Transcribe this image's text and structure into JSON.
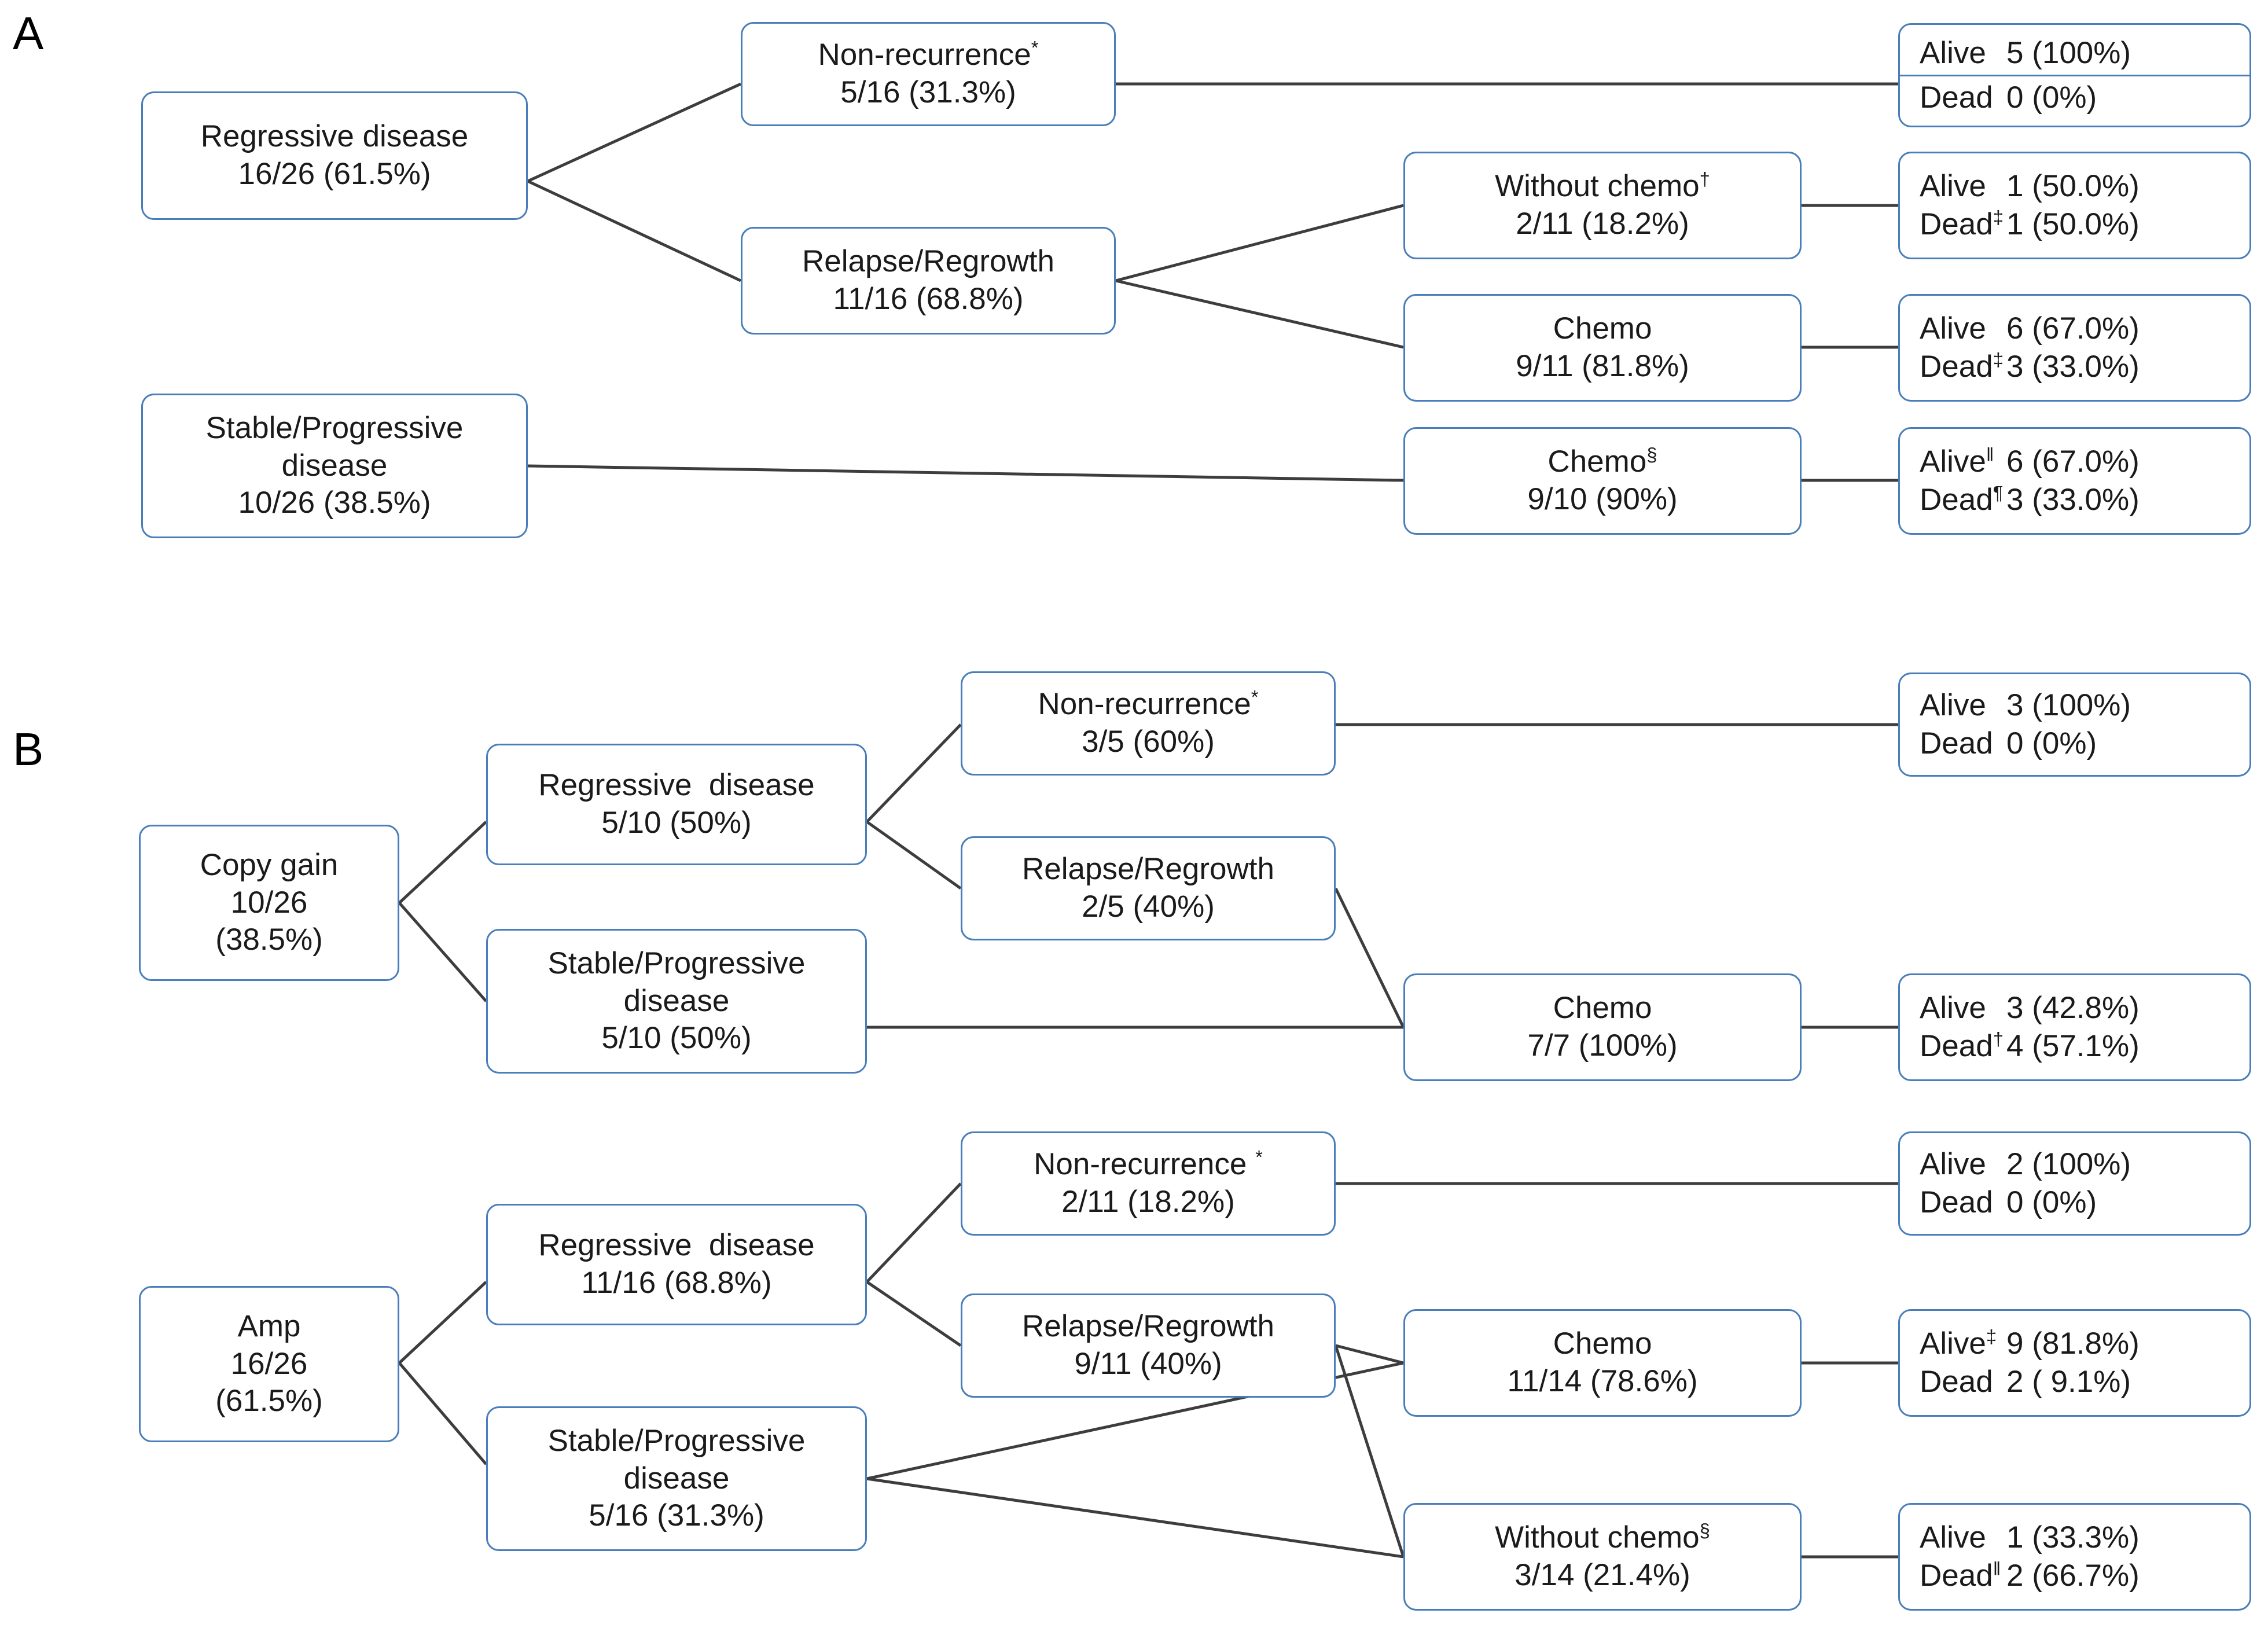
{
  "figure": {
    "type": "clinical-flow-diagram",
    "panels": [
      {
        "letter": "A",
        "nodes": [
          {
            "id": "a-regressive",
            "kind": "process",
            "lines": [
              "Regressive disease",
              "16/26 (61.5%)"
            ]
          },
          {
            "id": "a-nonrec",
            "kind": "process",
            "lines": [
              "Non-recurrence*",
              "5/16 (31.3%)"
            ],
            "superscript": "*"
          },
          {
            "id": "a-relapse",
            "kind": "process",
            "lines": [
              "Relapse/Regrowth",
              "11/16 (68.8%)"
            ]
          },
          {
            "id": "a-without-chemo",
            "kind": "process",
            "lines": [
              "Without chemo†",
              "2/11 (18.2%)"
            ],
            "superscript": "†"
          },
          {
            "id": "a-chemo",
            "kind": "process",
            "lines": [
              "Chemo",
              "9/11 (81.8%)"
            ]
          },
          {
            "id": "a-stable",
            "kind": "process",
            "lines": [
              "Stable/Progressive",
              "disease",
              "10/26 (38.5%)"
            ]
          },
          {
            "id": "a-chemo-s",
            "kind": "process",
            "lines": [
              "Chemo§",
              "9/10 (90%)"
            ],
            "superscript": "§"
          }
        ],
        "outcomes": [
          {
            "id": "a-out-1",
            "divider": true,
            "rows": [
              {
                "label": "Alive",
                "label_sup": "",
                "value": "5 (100%)"
              },
              {
                "label": "Dead",
                "label_sup": "",
                "value": "0 (0%)"
              }
            ]
          },
          {
            "id": "a-out-2",
            "divider": false,
            "rows": [
              {
                "label": "Alive",
                "label_sup": "",
                "value": "1 (50.0%)"
              },
              {
                "label": "Dead",
                "label_sup": "‡",
                "value": "1 (50.0%)"
              }
            ]
          },
          {
            "id": "a-out-3",
            "divider": false,
            "rows": [
              {
                "label": "Alive",
                "label_sup": "",
                "value": "6 (67.0%)"
              },
              {
                "label": "Dead",
                "label_sup": "‡",
                "value": "3 (33.0%)"
              }
            ]
          },
          {
            "id": "a-out-4",
            "divider": false,
            "rows": [
              {
                "label": "Alive",
                "label_sup": "‖",
                "value": "6 (67.0%)"
              },
              {
                "label": "Dead",
                "label_sup": "¶",
                "value": "3 (33.0%)"
              }
            ]
          }
        ]
      },
      {
        "letter": "B",
        "nodes": [
          {
            "id": "b-copygain",
            "kind": "process",
            "lines": [
              "Copy gain",
              "10/26",
              "(38.5%)"
            ]
          },
          {
            "id": "b-cg-regressive",
            "kind": "process",
            "lines": [
              "Regressive  disease",
              "5/10 (50%)"
            ]
          },
          {
            "id": "b-cg-nonrec",
            "kind": "process",
            "lines": [
              "Non-recurrence*",
              "3/5 (60%)"
            ],
            "superscript": "*"
          },
          {
            "id": "b-cg-relapse",
            "kind": "process",
            "lines": [
              "Relapse/Regrowth",
              "2/5 (40%)"
            ]
          },
          {
            "id": "b-cg-stable",
            "kind": "process",
            "lines": [
              "Stable/Progressive",
              "disease",
              "5/10 (50%)"
            ]
          },
          {
            "id": "b-cg-chemo",
            "kind": "process",
            "lines": [
              "Chemo",
              "7/7 (100%)"
            ]
          },
          {
            "id": "b-amp",
            "kind": "process",
            "lines": [
              "Amp",
              "16/26",
              "(61.5%)"
            ]
          },
          {
            "id": "b-amp-regressive",
            "kind": "process",
            "lines": [
              "Regressive  disease",
              "11/16 (68.8%)"
            ]
          },
          {
            "id": "b-amp-nonrec",
            "kind": "process",
            "lines": [
              "Non-recurrence *",
              "2/11 (18.2%)"
            ],
            "superscript": "*"
          },
          {
            "id": "b-amp-relapse",
            "kind": "process",
            "lines": [
              "Relapse/Regrowth",
              "9/11 (40%)"
            ]
          },
          {
            "id": "b-amp-stable",
            "kind": "process",
            "lines": [
              "Stable/Progressive",
              "disease",
              "5/16 (31.3%)"
            ]
          },
          {
            "id": "b-amp-chemo",
            "kind": "process",
            "lines": [
              "Chemo",
              "11/14 (78.6%)"
            ]
          },
          {
            "id": "b-amp-without",
            "kind": "process",
            "lines": [
              "Without chemo§",
              "3/14 (21.4%)"
            ],
            "superscript": "§"
          }
        ],
        "outcomes": [
          {
            "id": "b-out-1",
            "divider": false,
            "rows": [
              {
                "label": "Alive",
                "label_sup": "",
                "value": "3 (100%)"
              },
              {
                "label": "Dead",
                "label_sup": "",
                "value": "0 (0%)"
              }
            ]
          },
          {
            "id": "b-out-2",
            "divider": false,
            "rows": [
              {
                "label": "Alive",
                "label_sup": "",
                "value": "3 (42.8%)"
              },
              {
                "label": "Dead",
                "label_sup": "†",
                "value": "4 (57.1%)"
              }
            ]
          },
          {
            "id": "b-out-3",
            "divider": false,
            "rows": [
              {
                "label": "Alive",
                "label_sup": "",
                "value": "2 (100%)"
              },
              {
                "label": "Dead",
                "label_sup": "",
                "value": "0 (0%)"
              }
            ]
          },
          {
            "id": "b-out-4",
            "divider": false,
            "rows": [
              {
                "label": "Alive",
                "label_sup": "‡",
                "value": "9 (81.8%)"
              },
              {
                "label": "Dead",
                "label_sup": "",
                "value": "2 ( 9.1%)"
              }
            ]
          },
          {
            "id": "b-out-5",
            "divider": false,
            "rows": [
              {
                "label": "Alive",
                "label_sup": "",
                "value": "1 (33.3%)"
              },
              {
                "label": "Dead",
                "label_sup": "‖",
                "value": "2 (66.7%)"
              }
            ]
          }
        ]
      }
    ],
    "colors": {
      "box_border": "#4a7ebb",
      "connector": "#3d3d3d",
      "text": "#1a1a1a",
      "background": "#ffffff"
    }
  },
  "text": {
    "panel_a_letter": "A",
    "panel_b_letter": "B",
    "a_regressive_l1": "Regressive disease",
    "a_regressive_l2": "16/26 (61.5%)",
    "a_nonrec_l1": "Non-recurrence",
    "a_nonrec_sup": "*",
    "a_nonrec_l2": "5/16 (31.3%)",
    "a_relapse_l1": "Relapse/Regrowth",
    "a_relapse_l2": "11/16 (68.8%)",
    "a_without_l1": "Without chemo",
    "a_without_sup": "†",
    "a_without_l2": "2/11 (18.2%)",
    "a_chemo_l1": "Chemo",
    "a_chemo_l2": "9/11 (81.8%)",
    "a_stable_l1": "Stable/Progressive",
    "a_stable_l2": "disease",
    "a_stable_l3": "10/26 (38.5%)",
    "a_chemos_l1": "Chemo",
    "a_chemos_sup": "§",
    "a_chemos_l2": "9/10 (90%)",
    "a_o1_r1_lbl": "Alive",
    "a_o1_r1_sup": "",
    "a_o1_r1_val": "5 (100%)",
    "a_o1_r2_lbl": "Dead",
    "a_o1_r2_sup": "",
    "a_o1_r2_val": "0 (0%)",
    "a_o2_r1_lbl": "Alive",
    "a_o2_r1_sup": "",
    "a_o2_r1_val": "1 (50.0%)",
    "a_o2_r2_lbl": "Dead",
    "a_o2_r2_sup": "‡",
    "a_o2_r2_val": "1 (50.0%)",
    "a_o3_r1_lbl": "Alive",
    "a_o3_r1_sup": "",
    "a_o3_r1_val": "6 (67.0%)",
    "a_o3_r2_lbl": "Dead",
    "a_o3_r2_sup": "‡",
    "a_o3_r2_val": "3 (33.0%)",
    "a_o4_r1_lbl": "Alive",
    "a_o4_r1_sup": "‖",
    "a_o4_r1_val": "6 (67.0%)",
    "a_o4_r2_lbl": "Dead",
    "a_o4_r2_sup": "¶",
    "a_o4_r2_val": "3 (33.0%)",
    "b_copygain_l1": "Copy gain",
    "b_copygain_l2": "10/26",
    "b_copygain_l3": "(38.5%)",
    "b_cg_reg_l1": "Regressive  disease",
    "b_cg_reg_l2": "5/10 (50%)",
    "b_cg_nonrec_l1": "Non-recurrence",
    "b_cg_nonrec_sup": "*",
    "b_cg_nonrec_l2": "3/5 (60%)",
    "b_cg_relapse_l1": "Relapse/Regrowth",
    "b_cg_relapse_l2": "2/5 (40%)",
    "b_cg_stable_l1": "Stable/Progressive",
    "b_cg_stable_l2": "disease",
    "b_cg_stable_l3": "5/10 (50%)",
    "b_cg_chemo_l1": "Chemo",
    "b_cg_chemo_l2": "7/7 (100%)",
    "b_o1_r1_lbl": "Alive",
    "b_o1_r1_sup": "",
    "b_o1_r1_val": "3 (100%)",
    "b_o1_r2_lbl": "Dead",
    "b_o1_r2_sup": "",
    "b_o1_r2_val": "0 (0%)",
    "b_o2_r1_lbl": "Alive",
    "b_o2_r1_sup": "",
    "b_o2_r1_val": "3 (42.8%)",
    "b_o2_r2_lbl": "Dead",
    "b_o2_r2_sup": "†",
    "b_o2_r2_val": "4 (57.1%)",
    "b_amp_l1": "Amp",
    "b_amp_l2": "16/26",
    "b_amp_l3": "(61.5%)",
    "b_amp_reg_l1": "Regressive  disease",
    "b_amp_reg_l2": "11/16 (68.8%)",
    "b_amp_nonrec_l1": "Non-recurrence ",
    "b_amp_nonrec_sup": "*",
    "b_amp_nonrec_l2": "2/11 (18.2%)",
    "b_amp_relapse_l1": "Relapse/Regrowth",
    "b_amp_relapse_l2": "9/11 (40%)",
    "b_amp_stable_l1": "Stable/Progressive",
    "b_amp_stable_l2": "disease",
    "b_amp_stable_l3": "5/16 (31.3%)",
    "b_amp_chemo_l1": "Chemo",
    "b_amp_chemo_l2": "11/14 (78.6%)",
    "b_amp_without_l1": "Without chemo",
    "b_amp_without_sup": "§",
    "b_amp_without_l2": "3/14 (21.4%)",
    "b_o3_r1_lbl": "Alive",
    "b_o3_r1_sup": "",
    "b_o3_r1_val": "2 (100%)",
    "b_o3_r2_lbl": "Dead",
    "b_o3_r2_sup": "",
    "b_o3_r2_val": "0 (0%)",
    "b_o4_r1_lbl": "Alive",
    "b_o4_r1_sup": "‡",
    "b_o4_r1_val": "9 (81.8%)",
    "b_o4_r2_lbl": "Dead",
    "b_o4_r2_sup": "",
    "b_o4_r2_val": "2 ( 9.1%)",
    "b_o5_r1_lbl": "Alive",
    "b_o5_r1_sup": "",
    "b_o5_r1_val": "1 (33.3%)",
    "b_o5_r2_lbl": "Dead",
    "b_o5_r2_sup": "‖",
    "b_o5_r2_val": "2 (66.7%)"
  }
}
